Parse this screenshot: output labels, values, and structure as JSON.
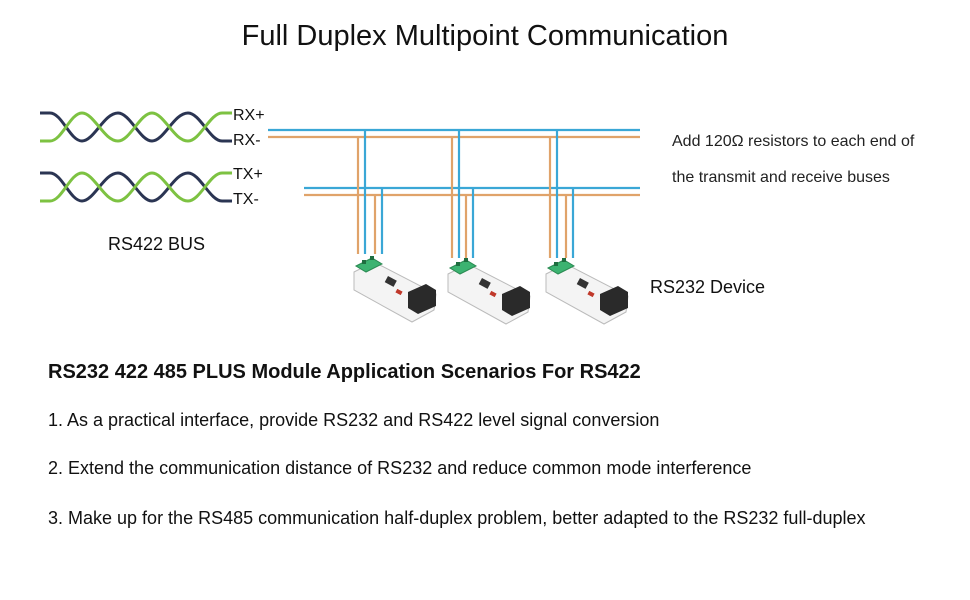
{
  "title": "Full Duplex Multipoint Communication",
  "signals": {
    "rx_plus": "RX+",
    "rx_minus": "RX-",
    "tx_plus": "TX+",
    "tx_minus": "TX-"
  },
  "bus_label": "RS422 BUS",
  "note": {
    "line1": "Add 120Ω resistors to each end of",
    "line2": "the transmit and receive buses"
  },
  "device_label": "RS232 Device",
  "application": {
    "heading": "RS232 422 485 PLUS Module Application Scenarios For RS422",
    "items": [
      "1. As a practical interface, provide RS232 and RS422 level signal conversion",
      "2. Extend the communication distance of RS232 and reduce common mode interference",
      "3. Make up for the RS485 communication half-duplex problem, better adapted to the RS232 full-duplex"
    ]
  },
  "colors": {
    "green_wire": "#7dc242",
    "navy_wire": "#2b3553",
    "blue_line": "#3aa7d6",
    "orange_line": "#e0a36a",
    "terminal_green": "#3cb371",
    "board": "#f4f4f4",
    "connector": "#2a2a2a"
  }
}
